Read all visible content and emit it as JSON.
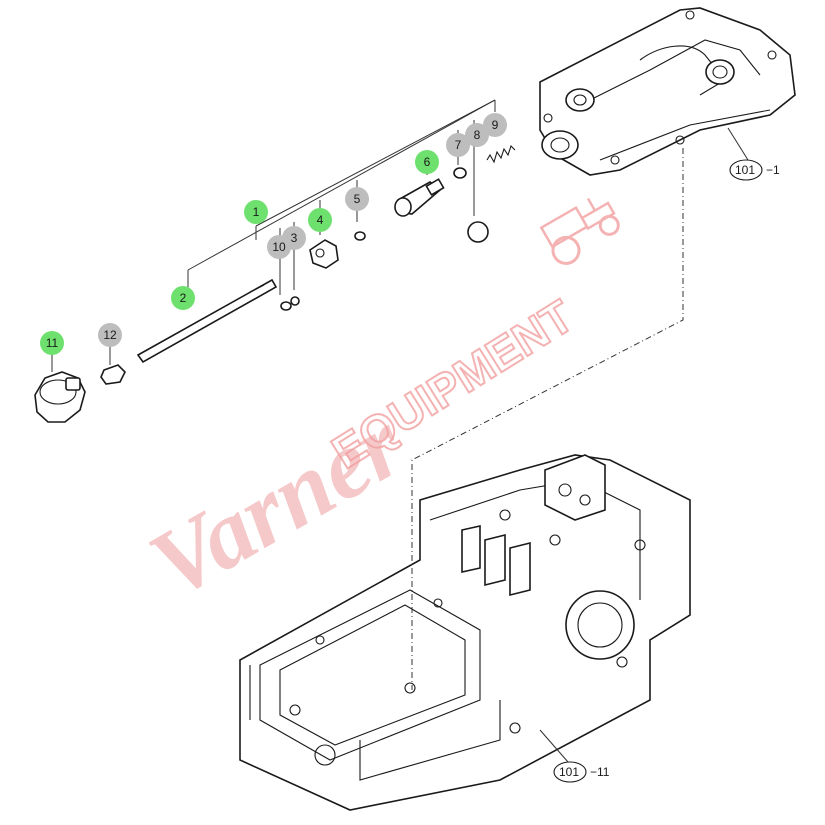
{
  "watermark": {
    "script_text": "Varner",
    "block_text": "EQUIPMENT"
  },
  "colors": {
    "callout_green": "#6ee06e",
    "callout_gray": "#bdbdbd",
    "watermark": "#f2a0a0",
    "line": "#1a1a1a"
  },
  "callouts": [
    {
      "label": "1",
      "state": "green"
    },
    {
      "label": "2",
      "state": "green"
    },
    {
      "label": "3",
      "state": "gray"
    },
    {
      "label": "4",
      "state": "green"
    },
    {
      "label": "5",
      "state": "gray"
    },
    {
      "label": "6",
      "state": "green"
    },
    {
      "label": "7",
      "state": "gray"
    },
    {
      "label": "8",
      "state": "gray"
    },
    {
      "label": "9",
      "state": "gray"
    },
    {
      "label": "10",
      "state": "gray"
    },
    {
      "label": "11",
      "state": "green"
    },
    {
      "label": "12",
      "state": "gray"
    }
  ],
  "references": [
    {
      "label": "101",
      "suffix": "−1"
    },
    {
      "label": "101",
      "suffix": "−11"
    }
  ]
}
